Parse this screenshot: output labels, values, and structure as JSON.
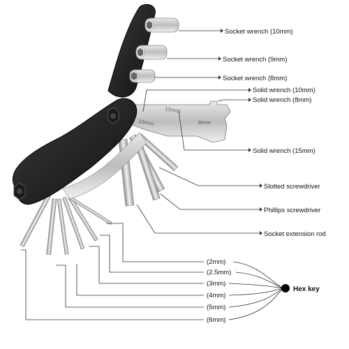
{
  "labels": {
    "socket_10": "Socket wrench (10mm)",
    "socket_9": "Socket wrench (9mm)",
    "socket_8": "Socket wrench (8mm)",
    "solid_10": "Solid wrench  (10mm)",
    "solid_8": "Solid wrench  (8mm)",
    "solid_15": "Solid wrench  (15mm)",
    "slotted": "Slotted screwdriver",
    "phillips": "Phillips screwdriver",
    "extension": "Socket extension rod",
    "hex_key": "Hex key"
  },
  "hex_sizes": [
    "(2mm)",
    "(2.5mm)",
    "(3mm)",
    "(4mm)",
    "(5mm)",
    "(6mm)"
  ],
  "stamps": {
    "s15": "15mm",
    "s10": "10mm",
    "s8": "8mm"
  }
}
